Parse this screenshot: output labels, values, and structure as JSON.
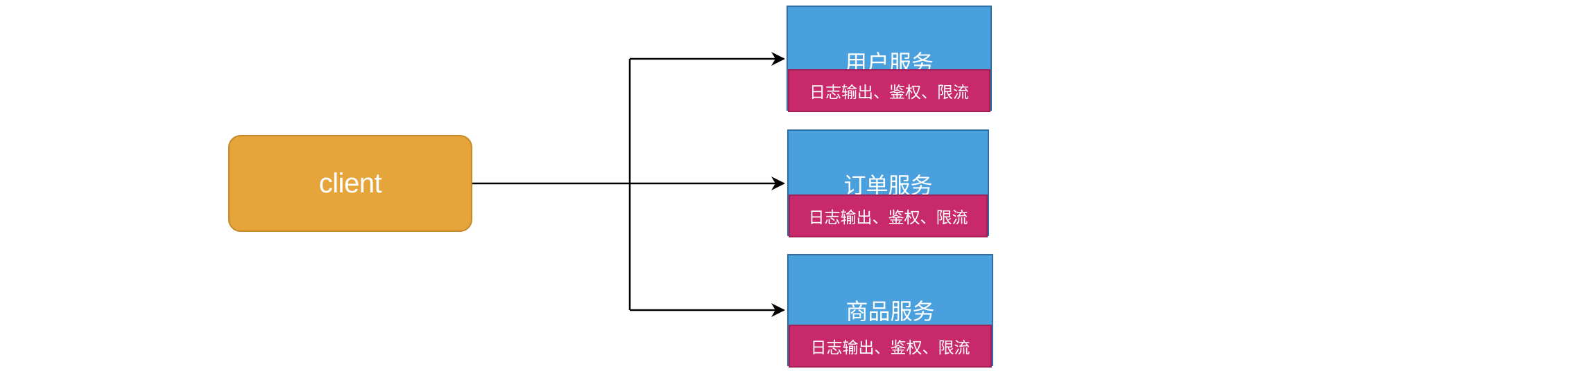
{
  "client": {
    "label": "client",
    "fill": "#e5a53b",
    "stroke": "#c88828"
  },
  "services": [
    {
      "name": "用户服务",
      "features": "日志输出、鉴权、限流"
    },
    {
      "name": "订单服务",
      "features": "日志输出、鉴权、限流"
    },
    {
      "name": "商品服务",
      "features": "日志输出、鉴权、限流"
    }
  ],
  "colors": {
    "service_fill": "#4aa0dd",
    "feature_bar_fill": "#c7296a",
    "connector": "#000000"
  }
}
